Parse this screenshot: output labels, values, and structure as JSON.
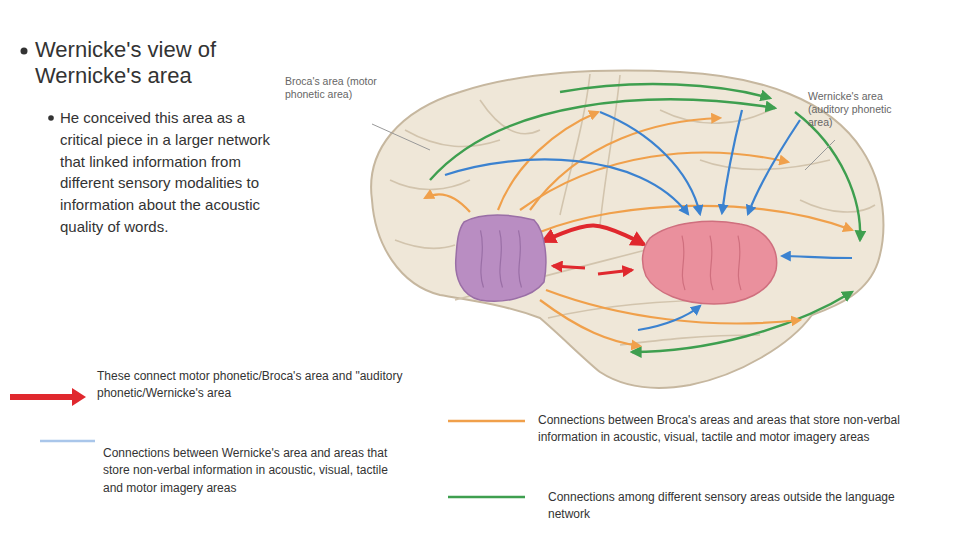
{
  "diagram": {
    "title": "Wernicke's view of Wernicke's area",
    "nodes": [
      {
        "text": [
          "Broca's area (motor phonetic area)"
        ]
      },
      {
        "text": [
          "Wernicke's area (auditory phonetic area)"
        ]
      }
    ],
    "edges": [
      {
        "from": 0,
        "to": 1,
        "arrow": "both"
      }
    ],
    "labels": [
      "He conceived this area as a critical piece in a larger network that linked information from different sensory modalities to information about the acoustic quality of words."
    ],
    "legend": [
      {
        "text": "These connect motor phonetic/Broca's area and \"auditory phonetic/Wernicke's area"
      },
      {
        "text": "Connections between Wernicke's area and areas that store non-verbal information in acoustic, visual, tactile and motor imagery areas"
      },
      {
        "text": "Connections between Broca's areas and areas that store non-verbal information in acoustic, visual, tactile and motor imagery areas"
      },
      {
        "text": "Connections among different sensory areas outside the language network"
      }
    ]
  }
}
